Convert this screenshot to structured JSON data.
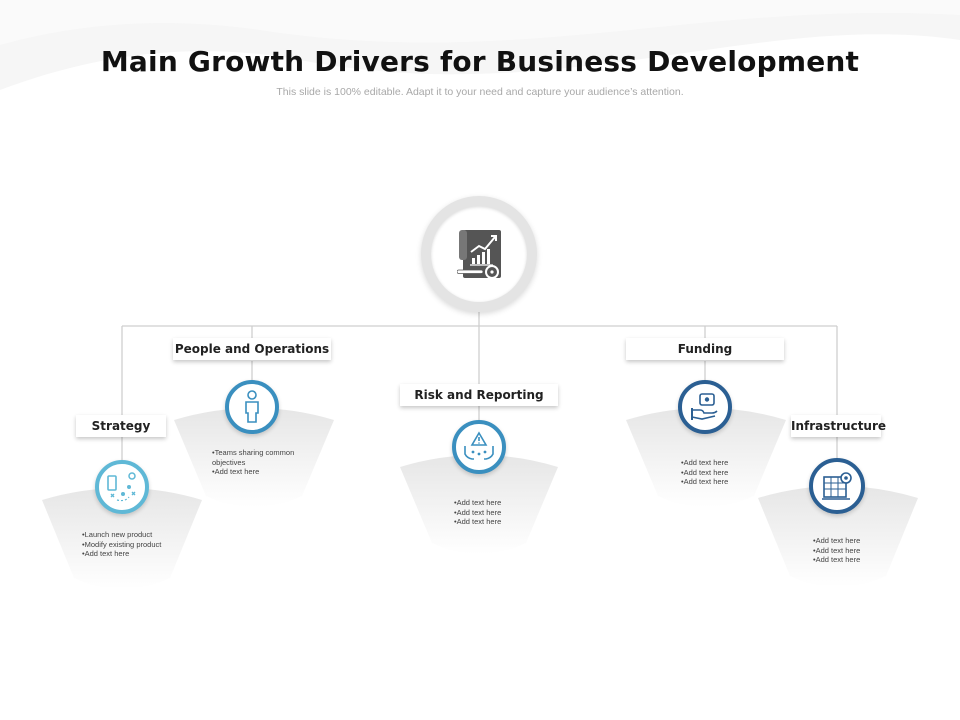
{
  "title": "Main Growth Drivers for Business Development",
  "subtitle": "This slide is 100% editable. Adapt it to your need and capture your audience’s attention.",
  "colors": {
    "light_blue": "#5fb8d6",
    "mid_blue": "#3a8fbf",
    "dark_blue": "#2b5f93",
    "hub_grey": "#555555",
    "connector": "#cfcfcf"
  },
  "hub": {
    "icon": "growth-report-icon"
  },
  "drivers": [
    {
      "label": "Strategy",
      "icon": "strategy-map-icon",
      "bullets": [
        "•Launch  new product",
        "•Modify existing product",
        "•Add text here"
      ]
    },
    {
      "label": "People and Operations",
      "icon": "person-icon",
      "bullets": [
        "•Teams sharing common",
        "objectives",
        "•Add text here"
      ]
    },
    {
      "label": "Risk and Reporting",
      "icon": "risk-hands-icon",
      "bullets": [
        "•Add text here",
        "•Add text here",
        "•Add text here"
      ]
    },
    {
      "label": "Funding",
      "icon": "money-hand-icon",
      "bullets": [
        "•Add text here",
        "•Add text here",
        "•Add text here"
      ]
    },
    {
      "label": "Infrastructure",
      "icon": "building-gear-icon",
      "bullets": [
        "•Add text here",
        "•Add text here",
        "•Add text here"
      ]
    }
  ]
}
